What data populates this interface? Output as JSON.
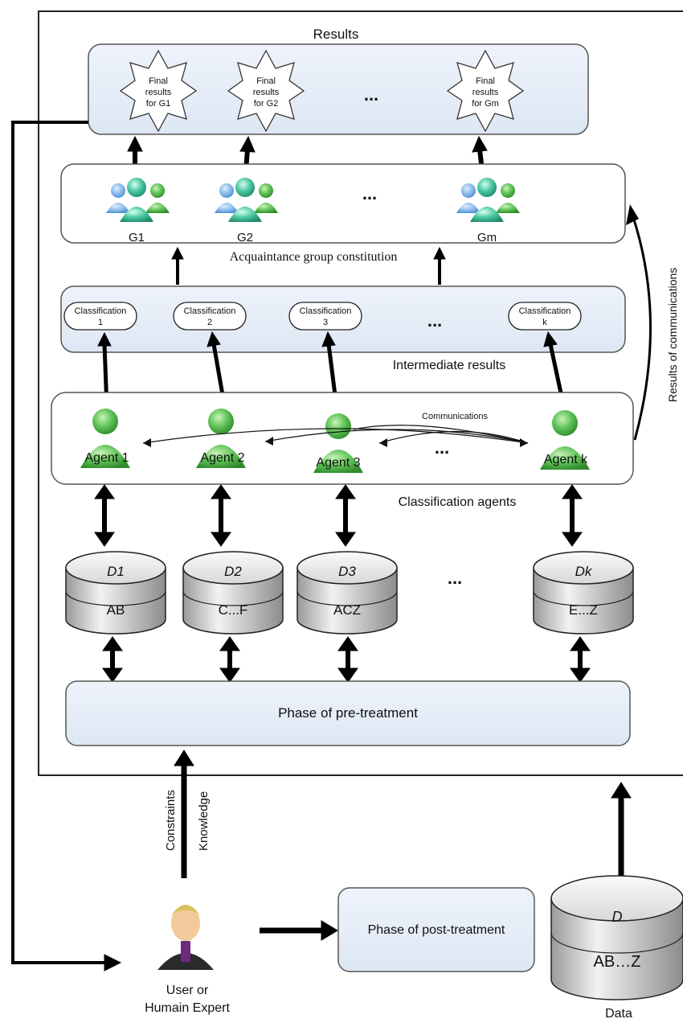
{
  "results": {
    "title": "Results",
    "stars": [
      {
        "l1": "Final",
        "l2": "results",
        "l3": "for G1"
      },
      {
        "l1": "Final",
        "l2": "results",
        "l3": "for G2"
      },
      {
        "l1": "Final",
        "l2": "results",
        "l3": "for Gm"
      }
    ],
    "ellipsis": "..."
  },
  "groups": {
    "labels": [
      "G1",
      "G2",
      "Gm"
    ],
    "ellipsis": "...",
    "caption": "Acquaintance group constitution"
  },
  "intermediate": {
    "items": [
      {
        "l1": "Classification",
        "l2": "1"
      },
      {
        "l1": "Classification",
        "l2": "2"
      },
      {
        "l1": "Classification",
        "l2": "3"
      },
      {
        "l1": "Classification",
        "l2": "k"
      }
    ],
    "ellipsis": "...",
    "caption": "Intermediate results"
  },
  "agents": {
    "labels": [
      "Agent 1",
      "Agent 2",
      "Agent 3",
      "Agent k"
    ],
    "communications": "Communications",
    "ellipsis": "...",
    "caption": "Classification agents"
  },
  "side_label": "Results of communications",
  "databases": [
    {
      "name": "D1",
      "content": "AB"
    },
    {
      "name": "D2",
      "content": "C...F"
    },
    {
      "name": "D3",
      "content": "ACZ"
    },
    {
      "name": "Dk",
      "content": "E...Z"
    }
  ],
  "db_ellipsis": "...",
  "pretreatment": "Phase of pre-treatment",
  "constraints": {
    "l1": "Constraints",
    "l2": "Knowledge"
  },
  "user": {
    "l1": "User or",
    "l2": "Humain Expert"
  },
  "posttreatment": "Phase of post-treatment",
  "data_db": {
    "name": "D",
    "content": "AB…Z",
    "caption": "Data"
  },
  "colors": {
    "panel": "#e4ecf7",
    "agent_green": "#5fbf5a",
    "cylinder": "#d6d6d6",
    "arrow": "#000000"
  }
}
